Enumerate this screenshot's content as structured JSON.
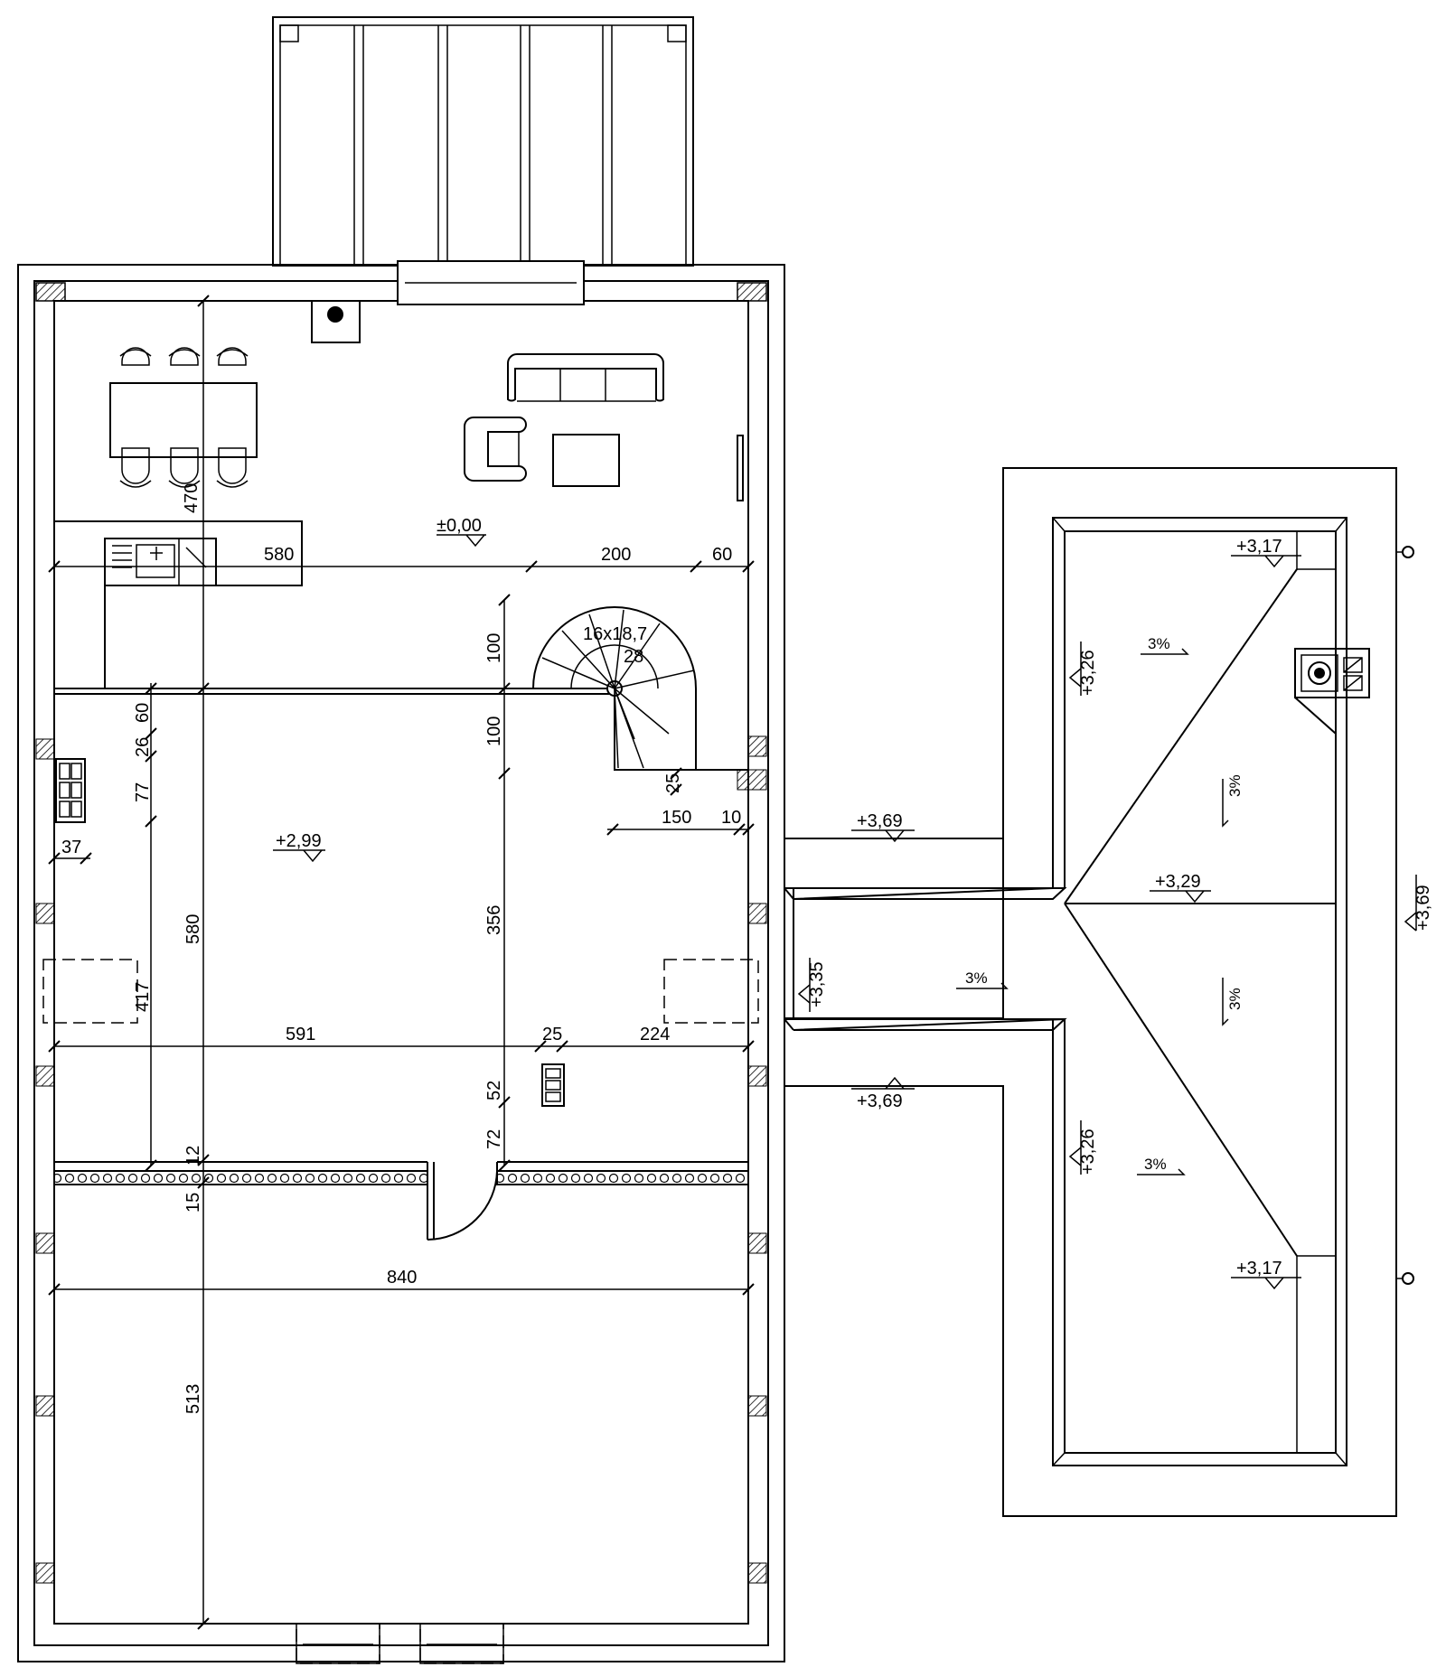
{
  "plan": {
    "dimensions": [
      {
        "id": "d470",
        "text": "470"
      },
      {
        "id": "d580top",
        "text": "580"
      },
      {
        "id": "d200",
        "text": "200"
      },
      {
        "id": "d60top",
        "text": "60"
      },
      {
        "id": "d100a",
        "text": "100"
      },
      {
        "id": "d100b",
        "text": "100"
      },
      {
        "id": "d60left",
        "text": "60"
      },
      {
        "id": "d26",
        "text": "26"
      },
      {
        "id": "d77",
        "text": "77"
      },
      {
        "id": "d37",
        "text": "37"
      },
      {
        "id": "d580v",
        "text": "580"
      },
      {
        "id": "d356",
        "text": "356"
      },
      {
        "id": "d25stair",
        "text": "25"
      },
      {
        "id": "d150",
        "text": "150"
      },
      {
        "id": "d10",
        "text": "10"
      },
      {
        "id": "d417",
        "text": "417"
      },
      {
        "id": "d591",
        "text": "591"
      },
      {
        "id": "d25",
        "text": "25"
      },
      {
        "id": "d224",
        "text": "224"
      },
      {
        "id": "d52",
        "text": "52"
      },
      {
        "id": "d72",
        "text": "72"
      },
      {
        "id": "d12",
        "text": "12"
      },
      {
        "id": "d15",
        "text": "15"
      },
      {
        "id": "d840",
        "text": "840"
      },
      {
        "id": "d513",
        "text": "513"
      }
    ],
    "stair": {
      "line1": "16x18,7",
      "line2": "28"
    },
    "levels": [
      {
        "id": "lv000",
        "text": "±0,00"
      },
      {
        "id": "lv299",
        "text": "+2,99"
      },
      {
        "id": "lv369a",
        "text": "+3,69"
      },
      {
        "id": "lv369b",
        "text": "+3,69"
      },
      {
        "id": "lv369r",
        "text": "+3,69"
      },
      {
        "id": "lv335",
        "text": "+3,35"
      },
      {
        "id": "lv317a",
        "text": "+3,17"
      },
      {
        "id": "lv317b",
        "text": "+3,17"
      },
      {
        "id": "lv326a",
        "text": "+3,26"
      },
      {
        "id": "lv326b",
        "text": "+3,26"
      },
      {
        "id": "lv329",
        "text": "+3,29"
      }
    ],
    "slopes": [
      {
        "id": "s1",
        "text": "3%"
      },
      {
        "id": "s2",
        "text": "3%"
      },
      {
        "id": "s3",
        "text": "3%"
      },
      {
        "id": "s4",
        "text": "3%"
      },
      {
        "id": "s5",
        "text": "3%"
      }
    ]
  }
}
